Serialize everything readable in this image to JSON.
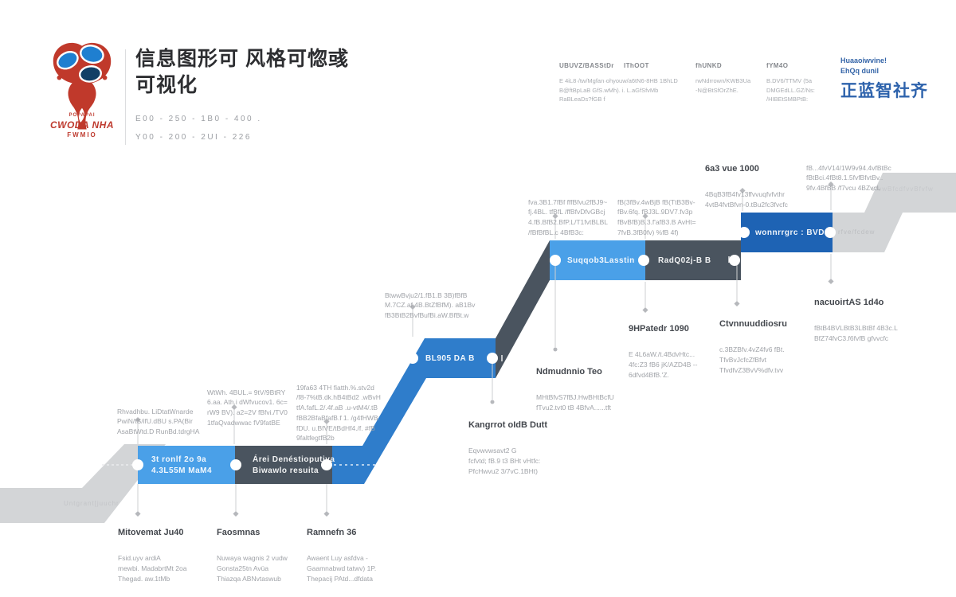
{
  "header": {
    "title": "信息图形可 风格可惚彧\n可视化",
    "subtitle": "E00 - 250 - 1B0 - 400 .\nY00 - 200 - 2UI - 226",
    "logo": {
      "line1": "POPAPAI",
      "line2": "CWODA NHA",
      "line3": "FWMIO"
    }
  },
  "top_right": {
    "blocks": [
      {
        "header": "UBUVZ/BASStDr",
        "body": "E 4iL8·/tw/Mgfan·ohyouw/a6tN6-8HB 1BhLD\nB@ftBpLaB GfS.wMh). i. L.aGfSfvMb\nRaBLeaDs?fGB f"
      },
      {
        "header": "IThOOT",
        "body": ""
      },
      {
        "header": "fhUNKD",
        "body": "rwNdrrown/KWB3Ua\n-N@BtSfOrZhE."
      },
      {
        "header": "fYM4O",
        "body": "B.DV6/TTMV (5a\nDMGEdLL.GZ/Ns:\n/HIBEtSMBPtB:"
      }
    ],
    "brand_small": "Huaaoiwvine!\nEhQq dunil",
    "brand_logo": "正蓝智社齐"
  },
  "timeline": {
    "colors": {
      "light_blue": "#4AA0E8",
      "mid_blue": "#2F7DCB",
      "dark_blue": "#1E63B4",
      "slate": "#4A545F",
      "gray_ribbon": "#D3D5D7"
    },
    "band_labels": [
      {
        "name": "stage-1",
        "text": "3t ronlf 2o 9a\n4.3L55M MaM4"
      },
      {
        "name": "stage-2",
        "text": "Árei Denéstioputiya\nBiwawlo resuita"
      },
      {
        "name": "stage-3",
        "text": "BL905 DA B"
      },
      {
        "name": "stage-4",
        "text": "Suqqob3Lasstin"
      },
      {
        "name": "stage-5",
        "text": "RadQ02j-B B"
      },
      {
        "name": "stage-6",
        "text": "wonnrrgrc : BVD"
      }
    ],
    "faint_labels": {
      "left": "Untgrant[juuchr",
      "right_lower": "rfve/fcdew",
      "right_upper": "vfvwBfcdfvvBfvfw"
    }
  },
  "callouts": [
    {
      "header": "Mitovemat Ju40",
      "body": "Fsid.uyv ardiA\nmewbi. MadabrtMt 2oa\nThegad. aw.1tMb"
    },
    {
      "header": "Faosmnas",
      "body": "Nuwaya wagnis 2 vudw\nGonsta25tn Avüa\nThiazqa ABNvtaswub"
    },
    {
      "header": "Ramnefn 36",
      "body": "Awaent Luy asfdva -\nGaamnabwd tatwv) 1P.\nThepacij PAtd...dfdata"
    },
    {
      "header": "",
      "body": "Rhvadhbu. LiDtatWnarde\nPwiN/tS/ifU.dBU s.PA(Bir\nAsaBtWtd.D RunBd.tdrgHA"
    },
    {
      "header": "",
      "body": "WtWh. 4BUL.= 9tV/9BtRY\n6.aa. Ath.i dWfvucov1. 6c=\nrW9 BV). a2=2V fBfvi./TV0\n1tfaQvadwwac fV9fatBE"
    },
    {
      "header": "",
      "body": "19fa63 4TH fiatth.%.stv2d\n/f8-7%tB.dk.hB4tBd2 .wBvH\ntfA.fafL.2/.4f.aB .u-vtM4/.tB\nfBB2BfaBfafB.f 1. /g4fHWB.\nfDU. u.BfVE/tBdHf4./f. #fB\n9faltfegtfB2b"
    },
    {
      "header": "",
      "body": "BtwwBvju2/1.fB1.B 3B)fBfB\nM.7CZ.af.4B.BtZfBfM). aB1Bv\nfB3BtB2BvfBufBi.aW.BfBt.w"
    },
    {
      "header": "Kangrrot oIdB Dutt",
      "body": "Eqvwvwsavt2 G\nfcfvtd; fB.9 t3 BHt vHtfc:\nPfcHwvu2 3/7vC.1BHt)"
    },
    {
      "header": "Ndmudnnio Teo",
      "body": "MHtBfvS7fBJ.HwBHtBcfU\nfTvu2.tvt0 tB 4BfvA......tft"
    },
    {
      "header": "",
      "body": "fva.3B1.7fBf fffBfvu2fBJ9~\nfj.4BL. tfBfL /ffBfvDfvGBcj\n4.fB.BfB2.BfP.L/T1fvtBLBL\n/fBfBfBL.c 4BfB3c:"
    },
    {
      "header": "",
      "body": "fB(3fBv.4wBjB fB(TtB3Bv-\nfBv.6fq. fBJ3L.9DV7.fv3p\nfBvBfB)B.3.f'afB3.B AvHt=\n7fvB.3fB0fv) %fB 4f)"
    },
    {
      "header": "9HPatedr 1090",
      "body": "E 4L6aW./t.4BdvHtc...\n4fc:Z3 fB6 jK/AZD4B --\n6dfvd4BfB.'Z."
    },
    {
      "header": "Ctvnnuuddiosru",
      "body": "c.3BZBfv.4vZ4fv6 fBt.\nTfvBvJcfcZfBfvt\nTfvdfvZ3BvV%dfv.tvv"
    },
    {
      "header": "nacuoirtAS 1d4o",
      "body": "fBtB4BVLBtB3LBtBf 4B3c.L\nBfZ74fvC3.f6fvfB gfvvcfc"
    },
    {
      "header": "6a3 vue 1000",
      "body": "4BqB3fB4fv13ffvvuqfvfvthr\n4vtB4fvtBfvn-0.tBu2fc3fvcfc"
    },
    {
      "header": "",
      "body": "fB...4fvV14/1W9v94.4vfBtBc\nfBtBci.4fBt8.1.5fvfBfvtBv..\n9fv.4BfBB /f7vcu 4BZvcL"
    }
  ]
}
